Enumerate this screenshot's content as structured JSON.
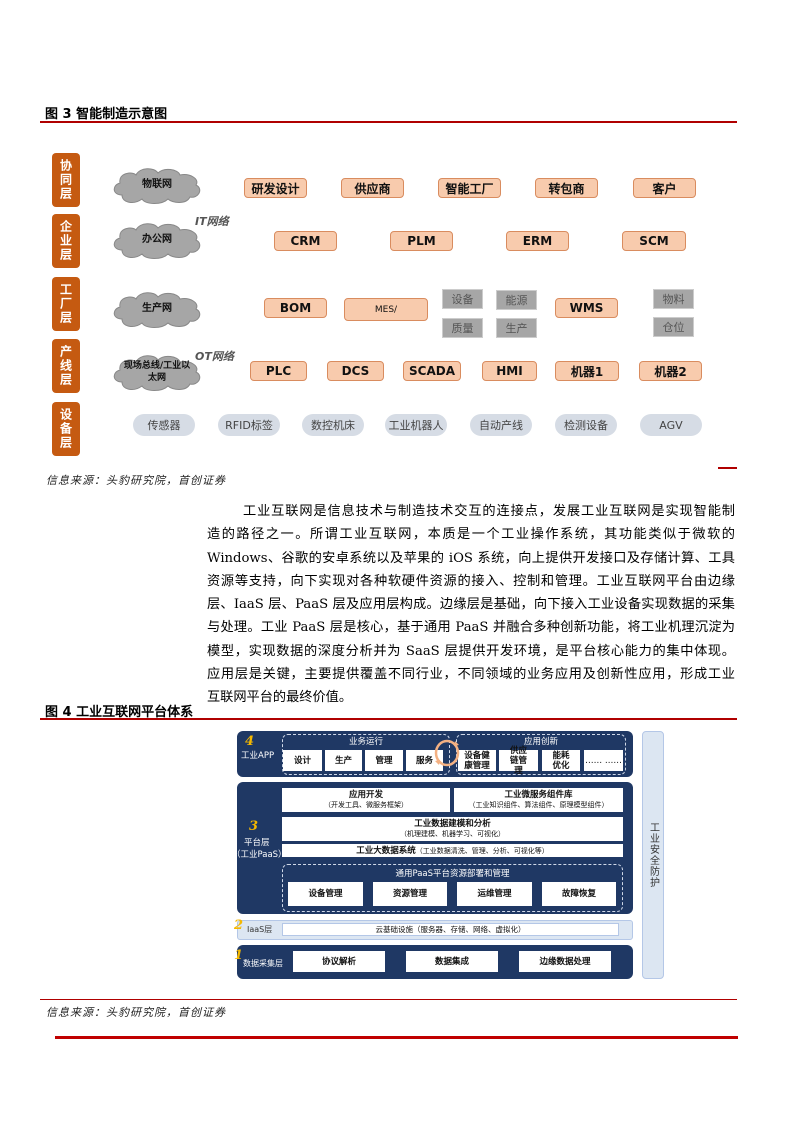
{
  "figure3": {
    "title": "图 3 智能制造示意图",
    "layers": [
      "协同层",
      "企业层",
      "工厂层",
      "产线层",
      "设备层"
    ],
    "clouds": [
      "物联网",
      "办公网",
      "生产网",
      "现场总线/工业以太网"
    ],
    "network_labels": [
      "IT网络",
      "OT网络"
    ],
    "row1": [
      "研发设计",
      "供应商",
      "智能工厂",
      "转包商",
      "客户"
    ],
    "row2": [
      "CRM",
      "PLM",
      "ERM",
      "SCM"
    ],
    "row3": [
      "BOM",
      "MES/",
      "WMS"
    ],
    "row3_gray": [
      "设备",
      "能源",
      "质量",
      "生产",
      "物料",
      "仓位"
    ],
    "row4": [
      "PLC",
      "DCS",
      "SCADA",
      "HMI",
      "机器1",
      "机器2"
    ],
    "row5": [
      "传感器",
      "RFID标签",
      "数控机床",
      "工业机器人",
      "自动产线",
      "检测设备",
      "AGV"
    ],
    "source": "信息来源：头豹研究院，首创证券",
    "colors": {
      "layer": "#c55a11",
      "box": "#f8cbad",
      "gray": "#a6a6a6",
      "pill": "#d6dce5"
    }
  },
  "paragraph": [
    "工业互联网是信息技术与制造技术交互的连接点，发展工业互联网是实现智能制",
    "造的路径之一。所谓工业互联网，本质是一个工业操作系统，其功能类似于微软的",
    "Windows、谷歌的安卓系统以及苹果的 iOS 系统，向上提供开发接口及存储计算、工具",
    "资源等支持，向下实现对各种软硬件资源的接入、控制和管理。工业互联网平台由边缘",
    "层、IaaS 层、PaaS 层及应用层构成。边缘层是基础，向下接入工业设备实现数据的采集",
    "与处理。工业 PaaS 层是核心，基于通用 PaaS 并融合多种创新功能，将工业机理沉淀为",
    "模型，实现数据的深度分析并为 SaaS 层提供开发环境，是平台核心能力的集中体现。",
    "应用层是关键，主要提供覆盖不同行业，不同领域的业务应用及创新性应用，形成工业",
    "互联网平台的最终价值。"
  ],
  "figure4": {
    "title": "图 4 工业互联网平台体系",
    "app": {
      "num": "4",
      "label": "工业APP",
      "group1": "业务运行",
      "group1_items": [
        "设计",
        "生产",
        "管理",
        "服务"
      ],
      "group2": "应用创新",
      "group2_items": [
        "设备健康管理",
        "供应链管理",
        "能耗优化",
        "…… ……"
      ]
    },
    "paas": {
      "num": "3",
      "label": "平台层",
      "label2": "（工业PaaS）",
      "app_dev": "应用开发",
      "app_dev_sub": "（开发工具、微服务框架）",
      "micro": "工业微服务组件库",
      "micro_sub": "（工业知识组件、算法组件、原理模型组件）",
      "model": "工业数据建模和分析",
      "model_sub": "（机理建模、机器学习、可视化）",
      "bigdata": "工业大数据系统",
      "bigdata_sub": "（工业数据清洗、管理、分析、可视化等）",
      "general": "通用PaaS平台资源部署和管理",
      "general_items": [
        "设备管理",
        "资源管理",
        "运维管理",
        "故障恢复"
      ]
    },
    "iaas": {
      "num": "2",
      "label": "IaaS层",
      "content": "云基础设施（服务器、存储、网络、虚拟化）"
    },
    "data": {
      "num": "1",
      "label": "数据采集层",
      "items": [
        "协议解析",
        "数据集成",
        "边缘数据处理"
      ]
    },
    "security": "工业安全防护",
    "source": "信息来源：头豹研究院，首创证券",
    "colors": {
      "navy": "#1f3864",
      "light": "#dce6f2",
      "accent": "#f5b800"
    }
  }
}
